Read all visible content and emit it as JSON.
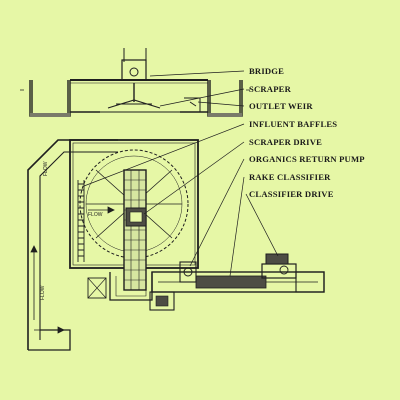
{
  "colors": {
    "background": "#e6f7a6",
    "ink": "#1f1f1f"
  },
  "callouts": [
    {
      "key": "bridge",
      "label": "BRIDGE"
    },
    {
      "key": "scraper",
      "label": "SCRAPER"
    },
    {
      "key": "outlet_weir",
      "label": "OUTLET WEIR"
    },
    {
      "key": "influent_baffles",
      "label": "INFLUENT BAFFLES"
    },
    {
      "key": "scraper_drive",
      "label": "SCRAPER DRIVE"
    },
    {
      "key": "organics_return_pump",
      "label": "ORGANICS RETURN PUMP"
    },
    {
      "key": "rake_classifier",
      "label": "RAKE CLASSIFIER"
    },
    {
      "key": "classifier_drive",
      "label": "CLASSIFIER DRIVE"
    }
  ],
  "flow_labels": [
    "FLOW",
    "FLOW",
    "FLOW"
  ]
}
